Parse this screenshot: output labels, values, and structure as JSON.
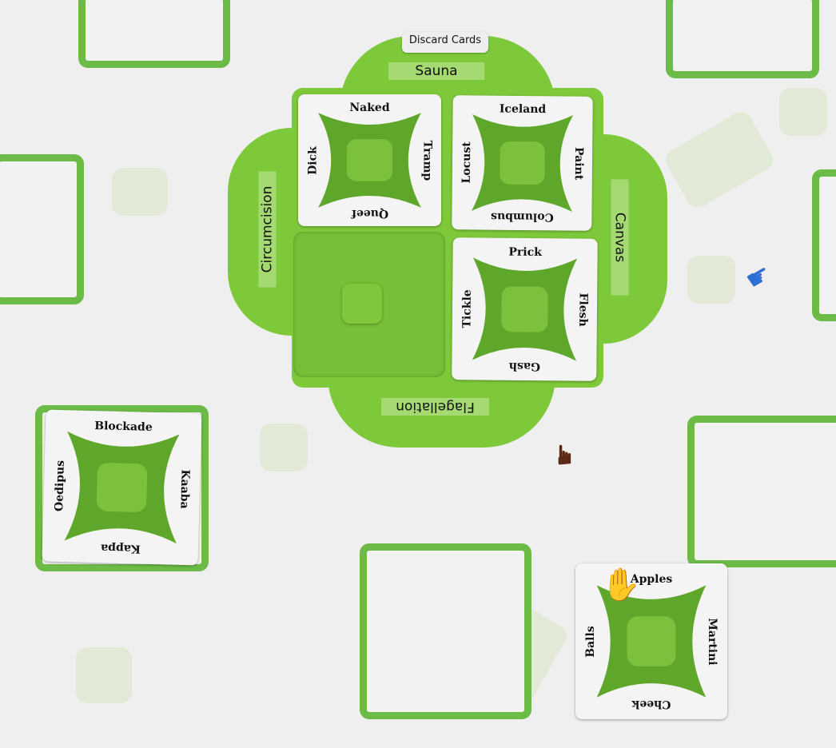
{
  "board": {
    "discard_label": "Discard Cards",
    "zones": {
      "top": "Sauna",
      "left": "Circumcision",
      "right": "Canvas",
      "bottom": "Flagellation"
    }
  },
  "cards": [
    {
      "id": "board-card-1",
      "words": {
        "top": "Naked",
        "right": "Tramp",
        "bottom": "Queef",
        "left": "Dick"
      }
    },
    {
      "id": "board-card-2",
      "words": {
        "top": "Iceland",
        "right": "Paint",
        "bottom": "Columbus",
        "left": "Locust"
      }
    },
    {
      "id": "board-card-3",
      "words": {
        "top": "Prick",
        "right": "Flesh",
        "bottom": "Gash",
        "left": "Tickle"
      }
    },
    {
      "id": "player-card-left",
      "words": {
        "top": "Blockade",
        "right": "Kaaba",
        "bottom": "Kappa",
        "left": "Oedipus"
      }
    },
    {
      "id": "player-card-bottom-right",
      "words": {
        "top": "Apples",
        "right": "Martini",
        "bottom": "Cheek",
        "left": "Balls"
      }
    }
  ],
  "colors": {
    "felt": "#7ec93a",
    "frame": "#6cbb46",
    "card_green": "#5fa72a",
    "hand_blue": "#2d6fd6",
    "hand_brown": "#5a2a14",
    "hand_red": "#b01c22"
  },
  "hands": [
    {
      "name": "blue-hand-cursor",
      "icon": "hand-pointer-icon"
    },
    {
      "name": "brown-hand-cursor",
      "icon": "hand-pointer-icon"
    },
    {
      "name": "red-hand-cursor",
      "icon": "hand-open-icon"
    }
  ]
}
